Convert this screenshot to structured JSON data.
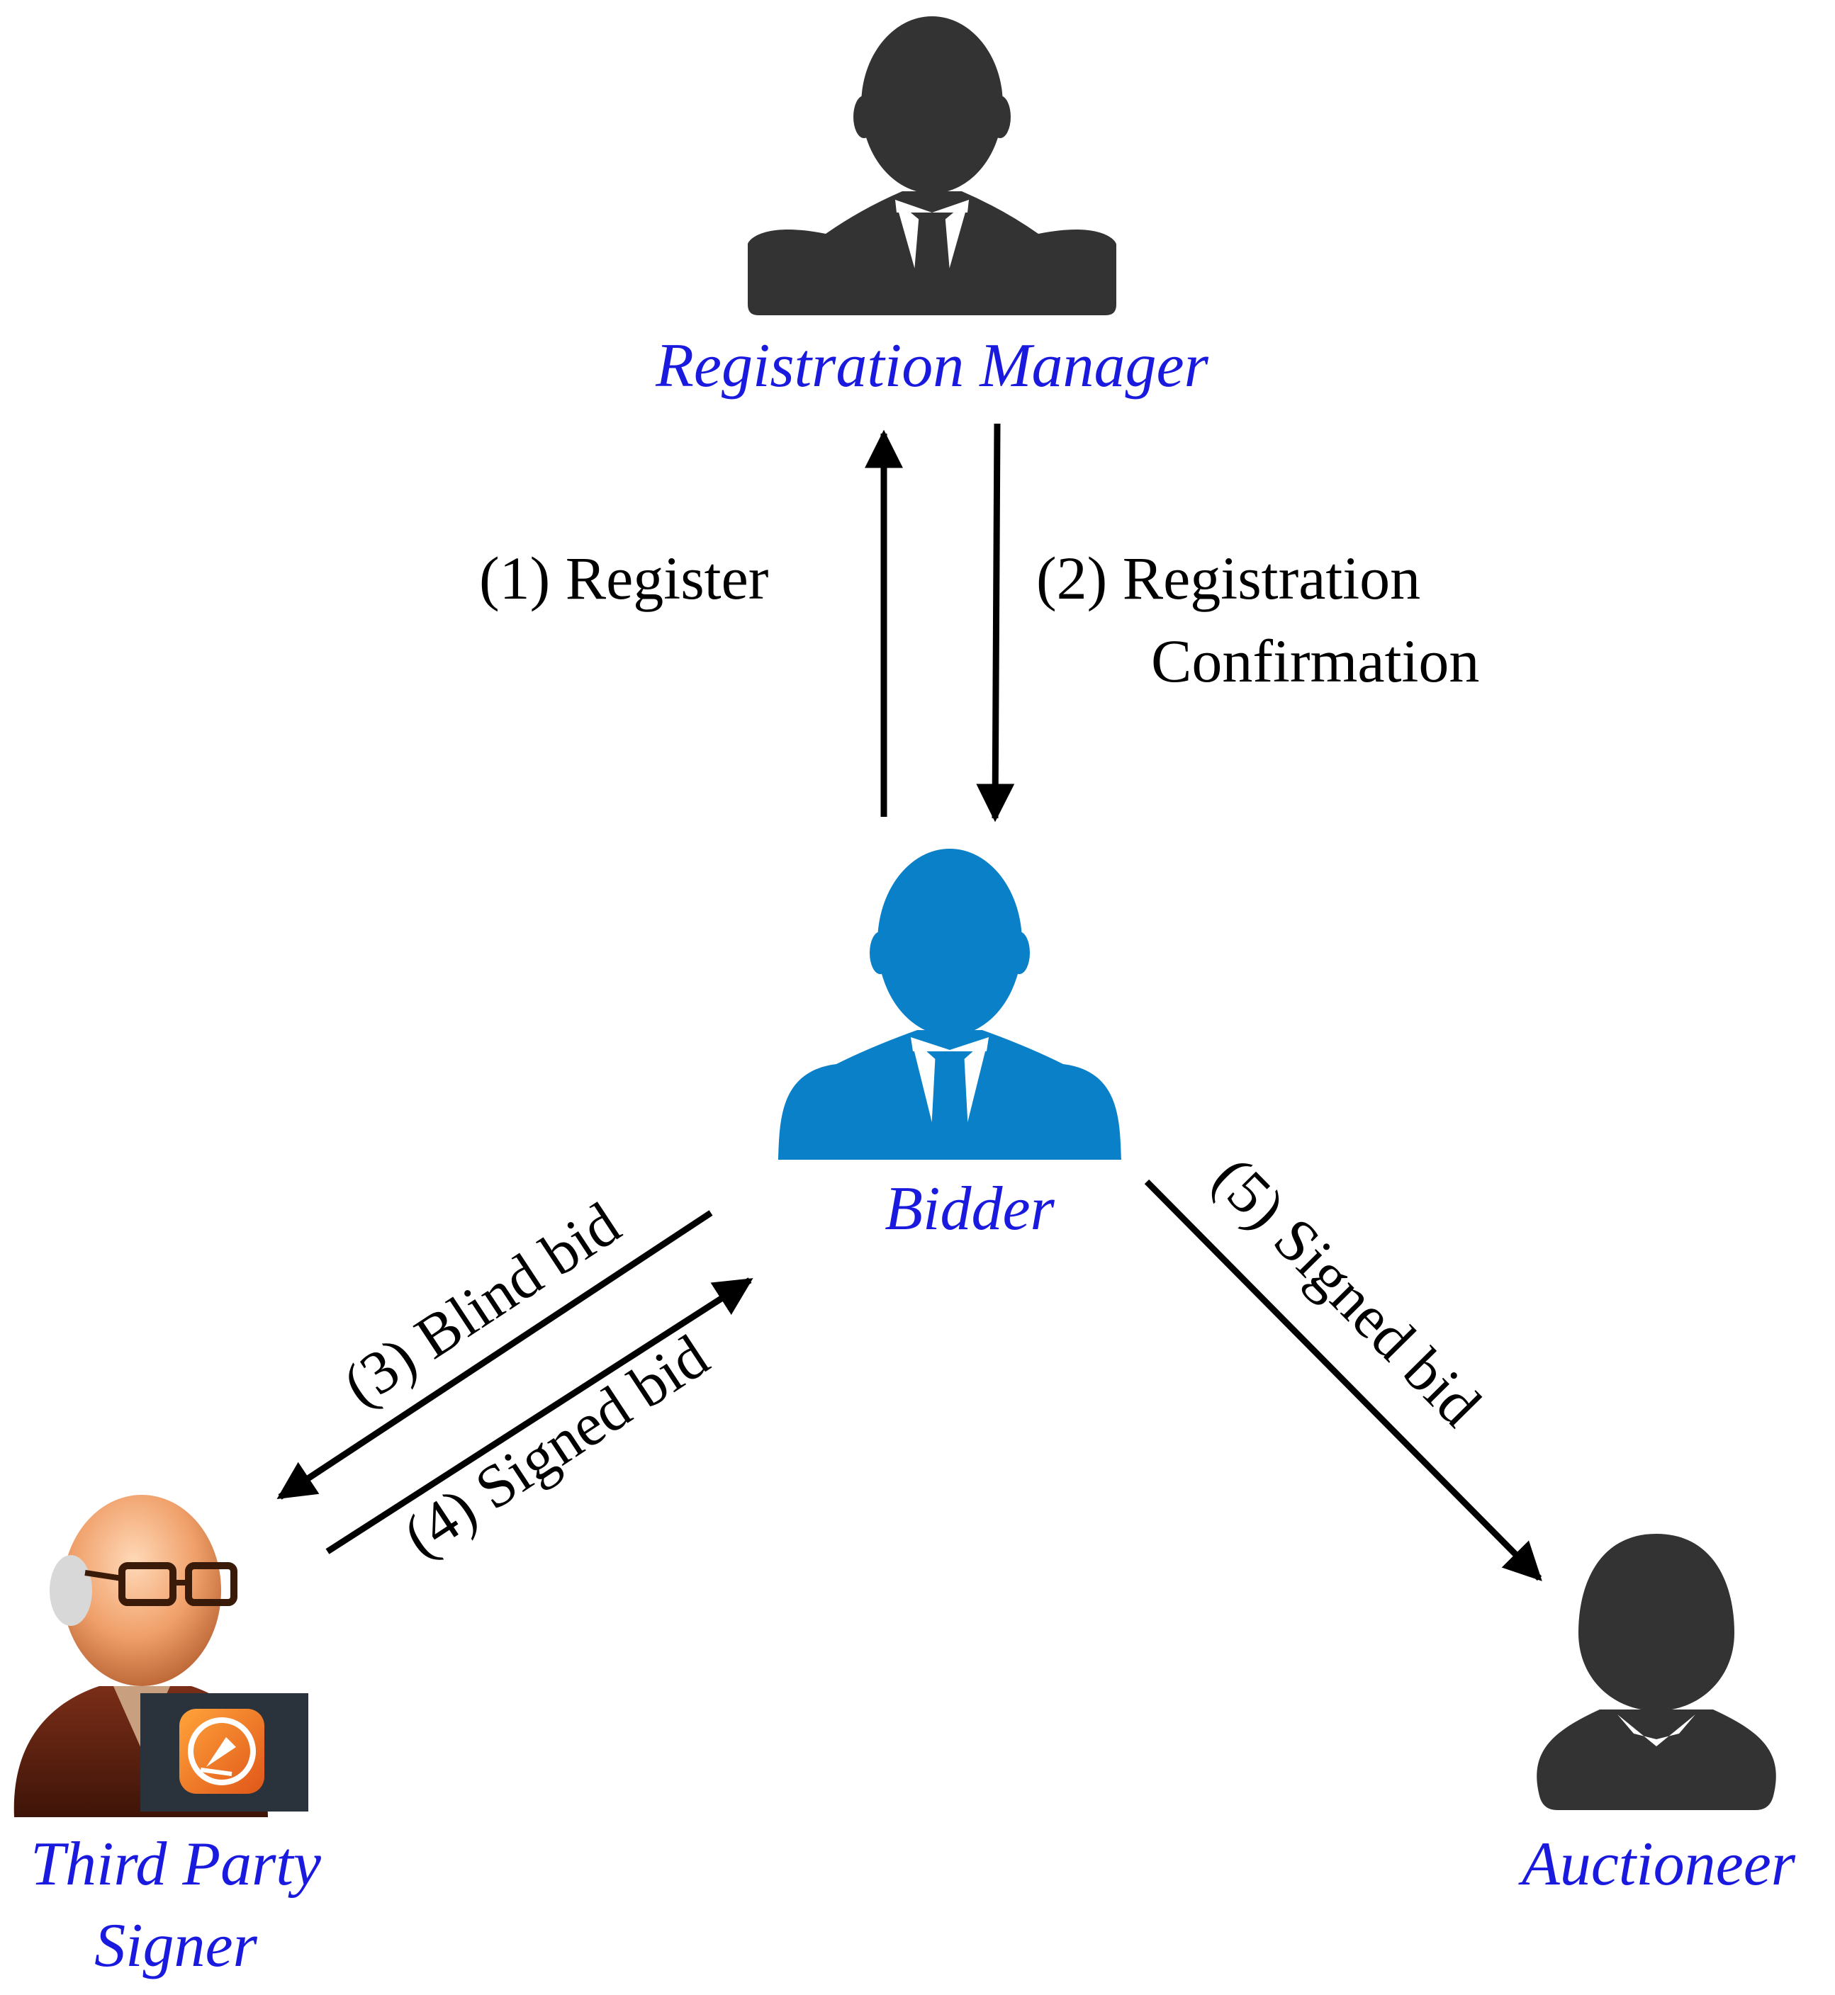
{
  "actors": {
    "registration_manager": {
      "label": "Registration Manager"
    },
    "bidder": {
      "label": "Bidder"
    },
    "third_party_signer": {
      "label_line1": "Third Party",
      "label_line2": "Signer"
    },
    "auctioneer": {
      "label": "Auctioneer"
    }
  },
  "steps": {
    "s1": "(1) Register",
    "s2_line1": "(2) Registration",
    "s2_line2": "Confirmation",
    "s3": "(3) Blind bid",
    "s4": "(4) Signed bid",
    "s5": "(5) Signed bid"
  },
  "colors": {
    "dark_person": "#333333",
    "bidder": "#0980c8",
    "role_text": "#1a1adf",
    "arrow": "#000000",
    "signer_suit": "#5a1f10",
    "signer_skin": "#f0a06a",
    "signer_badge": "#2a333c",
    "signer_badge_icon": "#f07a20"
  },
  "icons": [
    "person-silhouette-icon",
    "person-silhouette-icon",
    "person-with-glasses-icon",
    "pen-nib-icon",
    "person-silhouette-icon"
  ]
}
